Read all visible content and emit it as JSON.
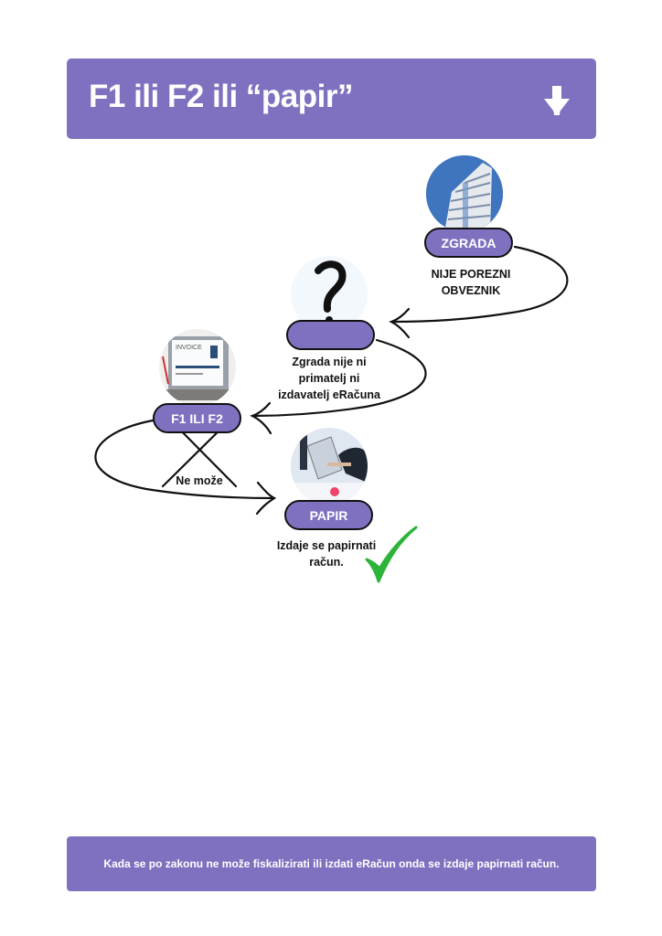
{
  "header": {
    "title": "F1 ili F2 ili “papir”",
    "icon": "arrow-down-icon"
  },
  "nodes": {
    "zgrada": {
      "label": "ZGRADA",
      "caption": [
        "NIJE POREZNI",
        "OBVEZNIK"
      ],
      "icon": "building-image"
    },
    "question": {
      "label": "",
      "caption": [
        "Zgrada nije ni",
        "primatelj ni",
        "izdavatelj eRačuna"
      ],
      "icon": "question-mark-icon"
    },
    "f1f2": {
      "label": "F1 ILI F2",
      "caption": [
        "Ne može"
      ],
      "icon": "invoice-laptop-image"
    },
    "papir": {
      "label": "PAPIR",
      "caption": [
        "Izdaje se papirnati",
        "račun."
      ],
      "icon": "paperwork-image"
    }
  },
  "colors": {
    "accent": "#8071c0",
    "check": "#2db33a"
  },
  "footer": {
    "text": "Kada se po zakonu ne može fiskalizirati ili izdati eRačun onda se izdaje papirnati račun."
  }
}
